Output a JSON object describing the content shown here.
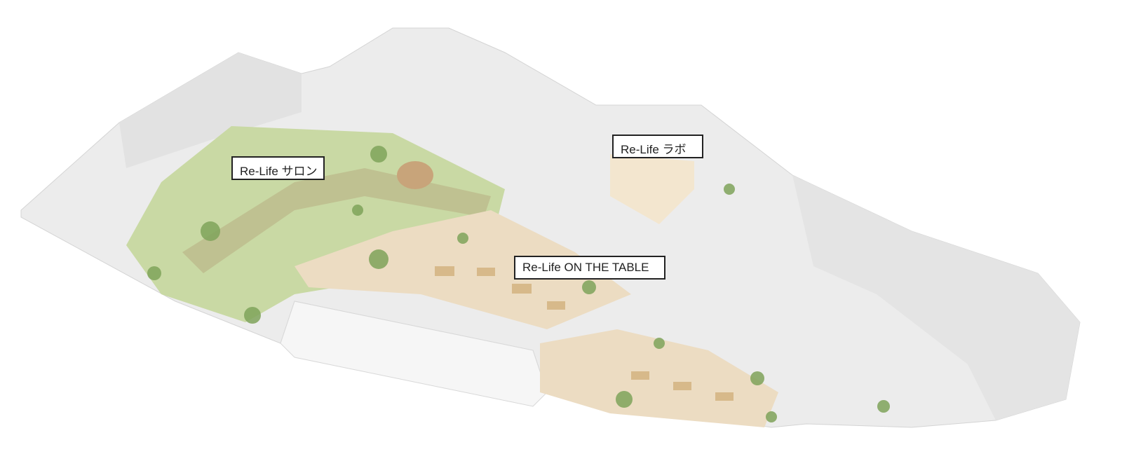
{
  "areas": [
    {
      "id": "salon",
      "label": "Re-Life サロン"
    },
    {
      "id": "labo",
      "label": "Re-Life ラボ"
    },
    {
      "id": "table",
      "label": "Re-Life ON THE TABLE"
    }
  ],
  "colors": {
    "floor": "#ececec",
    "wall": "#dcdcdc",
    "green": "#c9d9a4",
    "beige": "#ecdcc2",
    "plant": "#7fa35a"
  }
}
